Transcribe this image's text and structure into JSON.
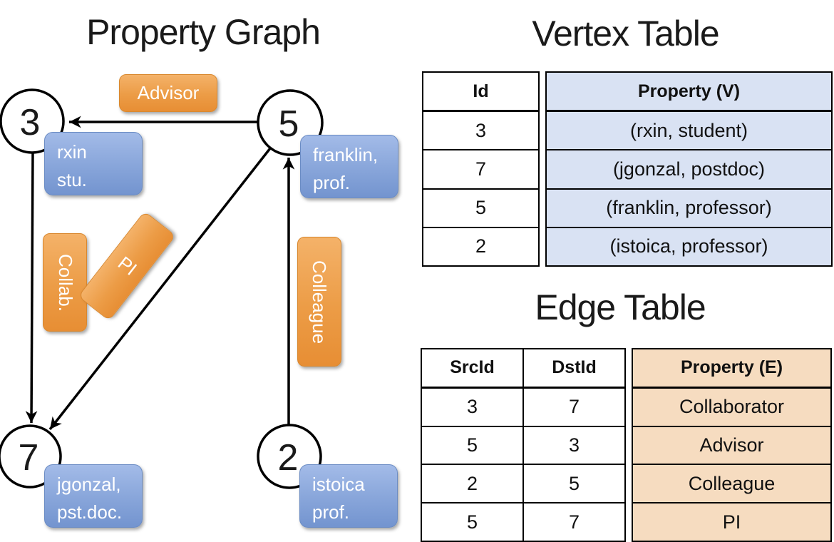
{
  "graph": {
    "title": "Property Graph",
    "nodes": [
      {
        "id": "3",
        "prop_line1": "rxin",
        "prop_line2": "stu."
      },
      {
        "id": "5",
        "prop_line1": "franklin,",
        "prop_line2": "prof."
      },
      {
        "id": "7",
        "prop_line1": "jgonzal,",
        "prop_line2": "pst.doc."
      },
      {
        "id": "2",
        "prop_line1": "istoica",
        "prop_line2": "prof."
      }
    ],
    "edge_labels": {
      "advisor": "Advisor",
      "collab": "Collab.",
      "pi": "PI",
      "colleague": "Colleague"
    }
  },
  "vertex_table": {
    "title": "Vertex Table",
    "headers": {
      "id": "Id",
      "property": "Property (V)"
    },
    "rows": [
      {
        "id": "3",
        "property": "(rxin, student)"
      },
      {
        "id": "7",
        "property": "(jgonzal, postdoc)"
      },
      {
        "id": "5",
        "property": "(franklin, professor)"
      },
      {
        "id": "2",
        "property": "(istoica, professor)"
      }
    ]
  },
  "edge_table": {
    "title": "Edge Table",
    "headers": {
      "src": "SrcId",
      "dst": "DstId",
      "property": "Property (E)"
    },
    "rows": [
      {
        "src": "3",
        "dst": "7",
        "property": "Collaborator"
      },
      {
        "src": "5",
        "dst": "3",
        "property": "Advisor"
      },
      {
        "src": "2",
        "dst": "5",
        "property": "Colleague"
      },
      {
        "src": "5",
        "dst": "7",
        "property": "PI"
      }
    ]
  },
  "colors": {
    "vertex_property_fill": "#d9e2f3",
    "edge_property_fill": "#f6dcc0",
    "edge_label_orange": "#ec9c46",
    "vertex_box_blue": "#7e9dd4",
    "line_black": "#000000"
  }
}
